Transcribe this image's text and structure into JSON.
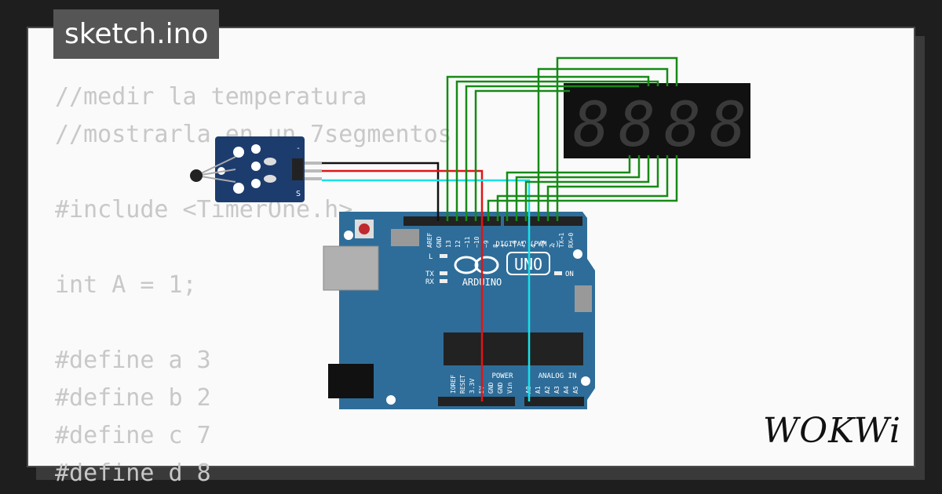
{
  "tab": {
    "filename": "sketch.ino"
  },
  "code_lines": [
    "//medir la temperatura",
    "//mostrarla en un 7segmentos",
    "",
    "#include <TimerOne.h>",
    "",
    "int A = 1;",
    "",
    "#define a 3",
    "#define b 2",
    "#define c 7",
    "#define d 8"
  ],
  "brand": {
    "logo_text": "WOKWi"
  },
  "arduino": {
    "model": "UNO",
    "brand": "ARDUINO",
    "digital_label": "DIGITAL (PWM ~)",
    "power_label": "POWER",
    "analog_label": "ANALOG IN",
    "led_l": "L",
    "led_tx": "TX",
    "led_rx": "RX",
    "led_on": "ON",
    "digital_pins": [
      "AREF",
      "GND",
      "13",
      "12",
      "~11",
      "~10",
      "~9",
      "8",
      "7",
      "~6",
      "~5",
      "4",
      "~3",
      "2",
      "TX→1",
      "RX←0"
    ],
    "power_pins": [
      "IOREF",
      "RESET",
      "3.3V",
      "5V",
      "GND",
      "GND",
      "Vin"
    ],
    "analog_pins": [
      "A0",
      "A1",
      "A2",
      "A3",
      "A4",
      "A5"
    ]
  },
  "sensor": {
    "pin_label": "S",
    "minus_label": "-"
  },
  "display": {
    "digits": [
      "8",
      "8",
      "8",
      "8"
    ]
  },
  "colors": {
    "wire_green": "#168a16",
    "wire_red": "#e01515",
    "wire_cyan": "#19e0e8",
    "wire_black": "#111111",
    "board_blue": "#2e6d99",
    "sensor_blue": "#1d3c6e"
  }
}
